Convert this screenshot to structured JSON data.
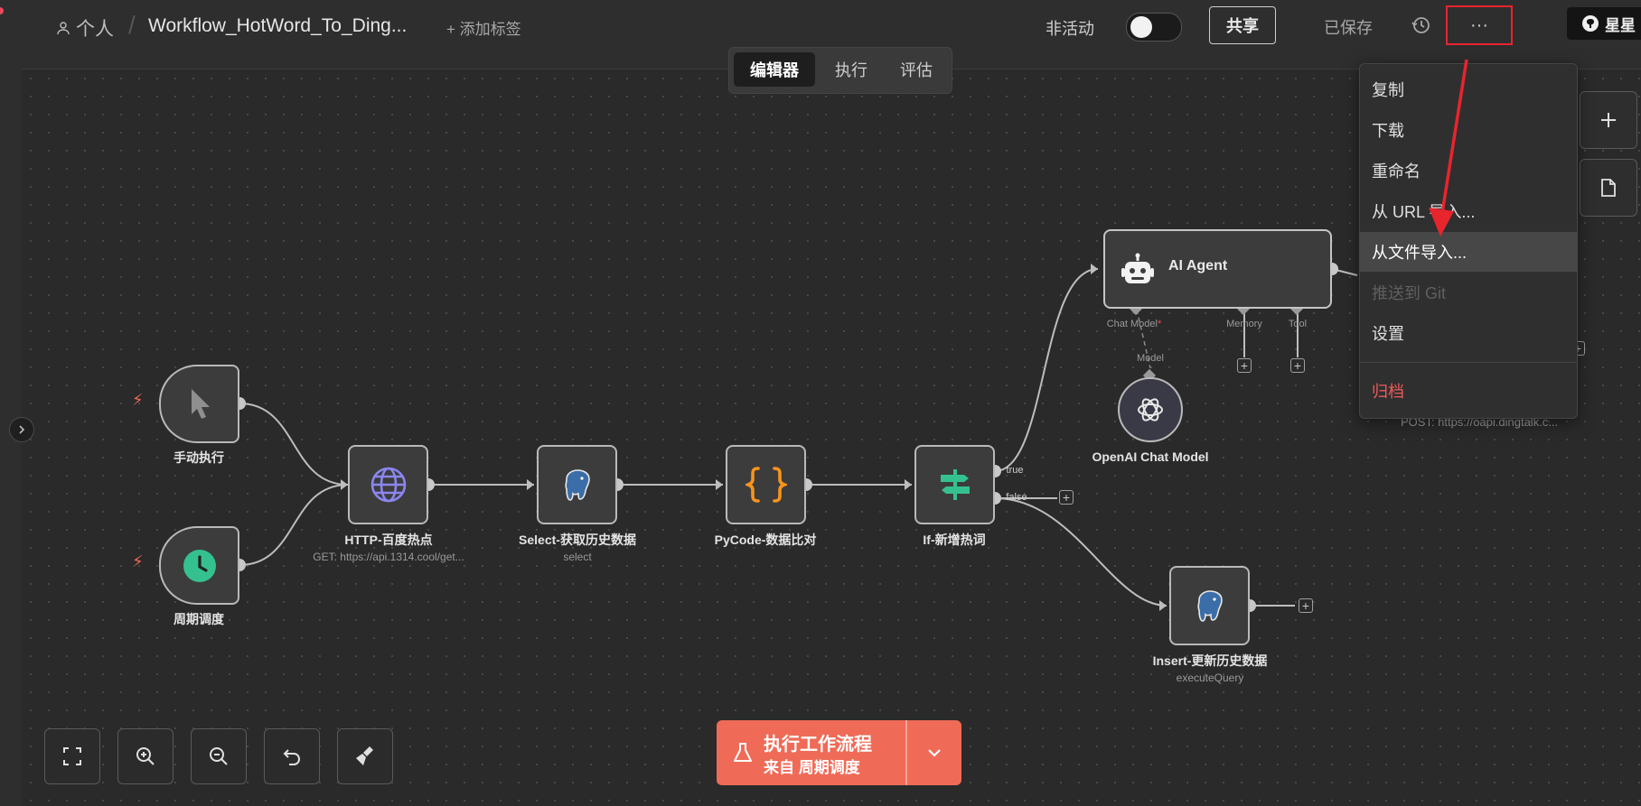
{
  "header": {
    "owner": "个人",
    "separator": "/",
    "workflow_title": "Workflow_HotWord_To_Ding...",
    "add_tag": "+ 添加标签",
    "inactive_label": "非活动",
    "share": "共享",
    "saved": "已保存",
    "more": "···",
    "github_star": "星星"
  },
  "tabs": [
    {
      "label": "编辑器",
      "active": true
    },
    {
      "label": "执行",
      "active": false
    },
    {
      "label": "评估",
      "active": false
    }
  ],
  "nodes": {
    "manual": {
      "label": "手动执行"
    },
    "schedule": {
      "label": "周期调度"
    },
    "http": {
      "label": "HTTP-百度热点",
      "sub": "GET: https://api.1314.cool/get..."
    },
    "select": {
      "label": "Select-获取历史数据",
      "sub": "select"
    },
    "pycode": {
      "label": "PyCode-数据比对"
    },
    "ifnode": {
      "label": "If-新增热词",
      "true_label": "true",
      "false_label": "false"
    },
    "agent": {
      "label": "AI Agent",
      "ports": {
        "chat_model": "Chat Model",
        "required": "*",
        "memory": "Memory",
        "tool": "Tool"
      }
    },
    "openai": {
      "label": "OpenAI Chat Model",
      "port": "Model"
    },
    "insert": {
      "label": "Insert-更新历史数据",
      "sub": "executeQuery"
    },
    "dingtalk": {
      "sub": "POST: https://oapi.dingtalk.c..."
    }
  },
  "menu": {
    "items": [
      {
        "label": "复制",
        "state": "normal"
      },
      {
        "label": "下载",
        "state": "normal"
      },
      {
        "label": "重命名",
        "state": "normal"
      },
      {
        "label": "从 URL 导入...",
        "state": "normal"
      },
      {
        "label": "从文件导入...",
        "state": "hover"
      },
      {
        "label": "推送到 Git",
        "state": "disabled"
      },
      {
        "label": "设置",
        "state": "normal"
      },
      {
        "label": "归档",
        "state": "danger"
      }
    ]
  },
  "execute": {
    "title": "执行工作流程",
    "subtitle": "来自 周期调度"
  },
  "colors": {
    "accent": "#ef6b57",
    "annotation": "#e8242d",
    "danger": "#f05a5a"
  }
}
